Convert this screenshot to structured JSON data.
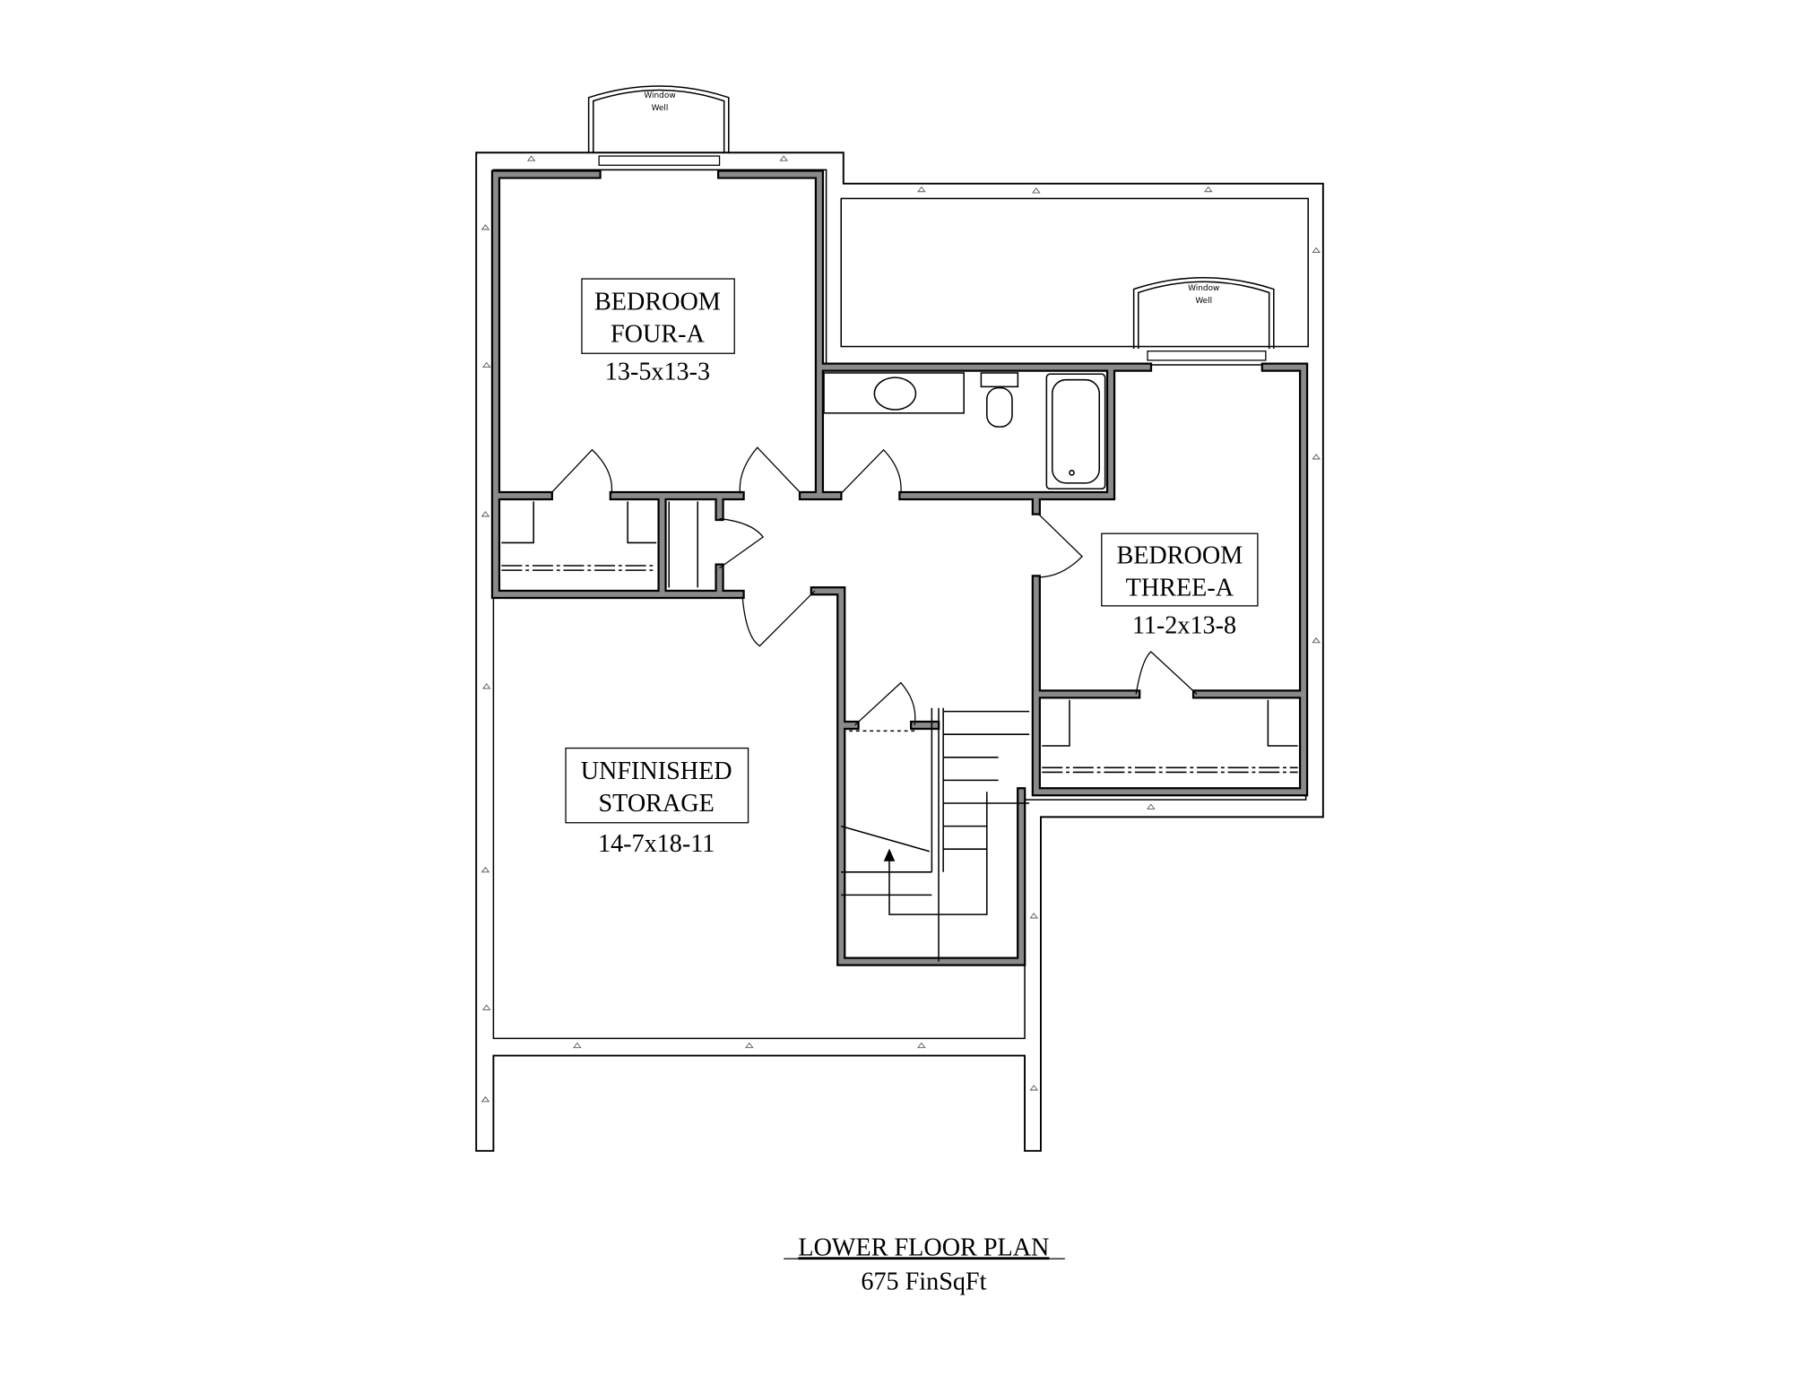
{
  "plan": {
    "title": "LOWER FLOOR PLAN",
    "subtitle": "675 FinSqFt"
  },
  "rooms": [
    {
      "name_line1": "BEDROOM",
      "name_line2": "FOUR-A",
      "dimensions": "13-5x13-3"
    },
    {
      "name_line1": "BEDROOM",
      "name_line2": "THREE-A",
      "dimensions": "11-2x13-8"
    },
    {
      "name_line1": "UNFINISHED",
      "name_line2": "STORAGE",
      "dimensions": "14-7x18-11"
    }
  ],
  "window_wells": [
    {
      "line1": "Window",
      "line2": "Well"
    },
    {
      "line1": "Window",
      "line2": "Well"
    }
  ]
}
